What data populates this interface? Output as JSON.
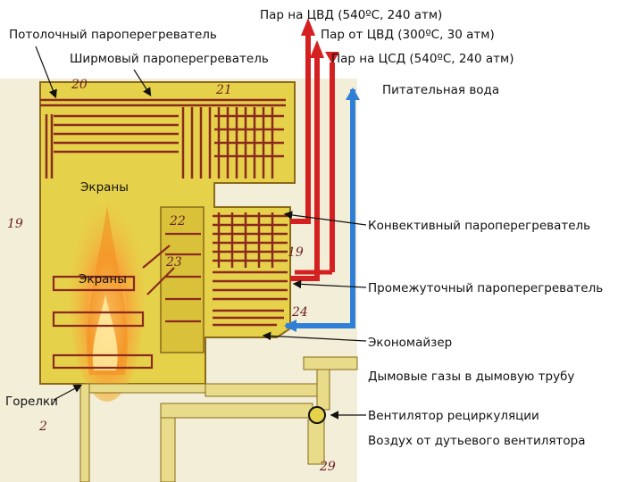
{
  "labels": {
    "steam_hp": "Пар на ЦВД (540ºС, 240 атм)",
    "steam_from_hp": "Пар от ЦВД (300ºС, 30 атм)",
    "steam_ip": "Пар на ЦСД (540ºС, 240 атм)",
    "ceiling_superheater": "Потолочный пароперегреватель",
    "screen_superheater": "Ширмовый пароперегреватель",
    "feed_water": "Питательная вода",
    "screens_upper": "Экраны",
    "screens_lower": "Экраны",
    "convective_superheater": "Конвективный пароперегреватель",
    "reheater": "Промежуточный пароперегреватель",
    "economizer": "Экономайзер",
    "flue_gas": "Дымовые газы в дымовую трубу",
    "recirculation_fan": "Вентилятор рециркуляции",
    "forced_air": "Воздух от дутьевого вентилятора",
    "burners": "Горелки"
  },
  "numbers": {
    "n20": "20",
    "n21": "21",
    "n19_left": "19",
    "n22": "22",
    "n19_right": "19",
    "n23": "23",
    "n24": "24",
    "n2": "2",
    "n29": "29"
  },
  "colors": {
    "boiler_fill": "#e6d24a",
    "pipe_brown": "#8a2a1f",
    "hot_steam": "#d42020",
    "feed_water": "#2f7fd6",
    "duct": "#e8dc8a",
    "flame": "#f28c1e"
  }
}
